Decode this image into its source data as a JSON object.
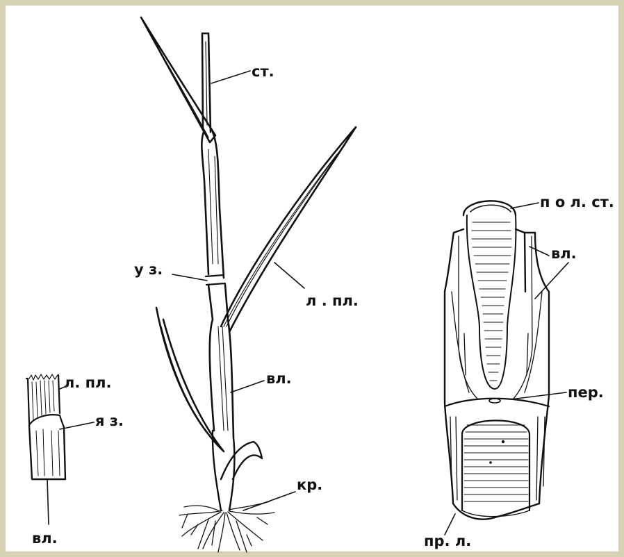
{
  "colors": {
    "frame": "#d8d2b4",
    "paper": "#ffffff",
    "ink": "#111111"
  },
  "labels": {
    "stem": "ст.",
    "node": "у з.",
    "leaf_blade": "л . пл.",
    "sheath": "вл.",
    "root": "кр.",
    "small_leaf_blade": "л. пл.",
    "ligule": "я з.",
    "small_sheath": "вл.",
    "hollow_stem": "п о л. ст.",
    "cut_sheath": "вл.",
    "septum": "пер.",
    "cut_section": "пр. л."
  }
}
